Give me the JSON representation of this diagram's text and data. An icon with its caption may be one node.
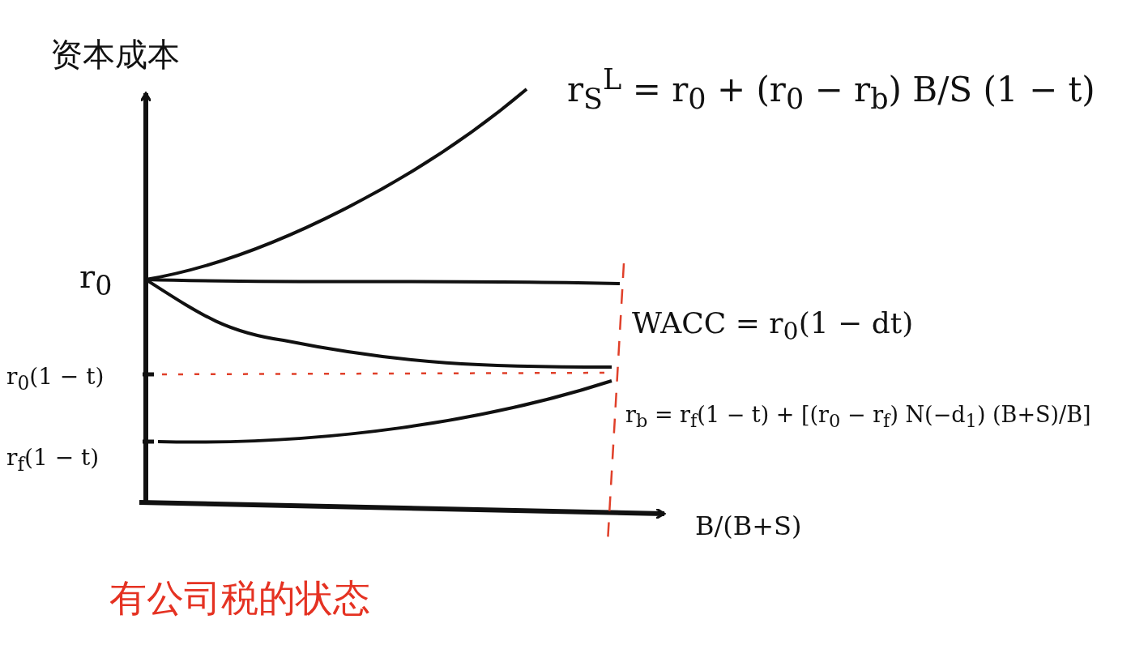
{
  "diagram": {
    "caption": "有公司税的状态",
    "labels": [
      "资本成本",
      "r$_{S}$$^{L}$ = r$_{0}$ + (r$_{0}$ − r$_{b}$) B/S (1 − t)",
      "r$_{0}$",
      "WACC = r$_{0}$(1 − dt)",
      "r$_{0}$(1 − t)",
      "r$_{b}$ = r$_{f}$(1 − t) + [(r$_{0}$ − r$_{f}$) N(−d$_{1}$) (B+S)/B]",
      "r$_{f}$(1 − t)",
      "B/(B+S)"
    ]
  }
}
